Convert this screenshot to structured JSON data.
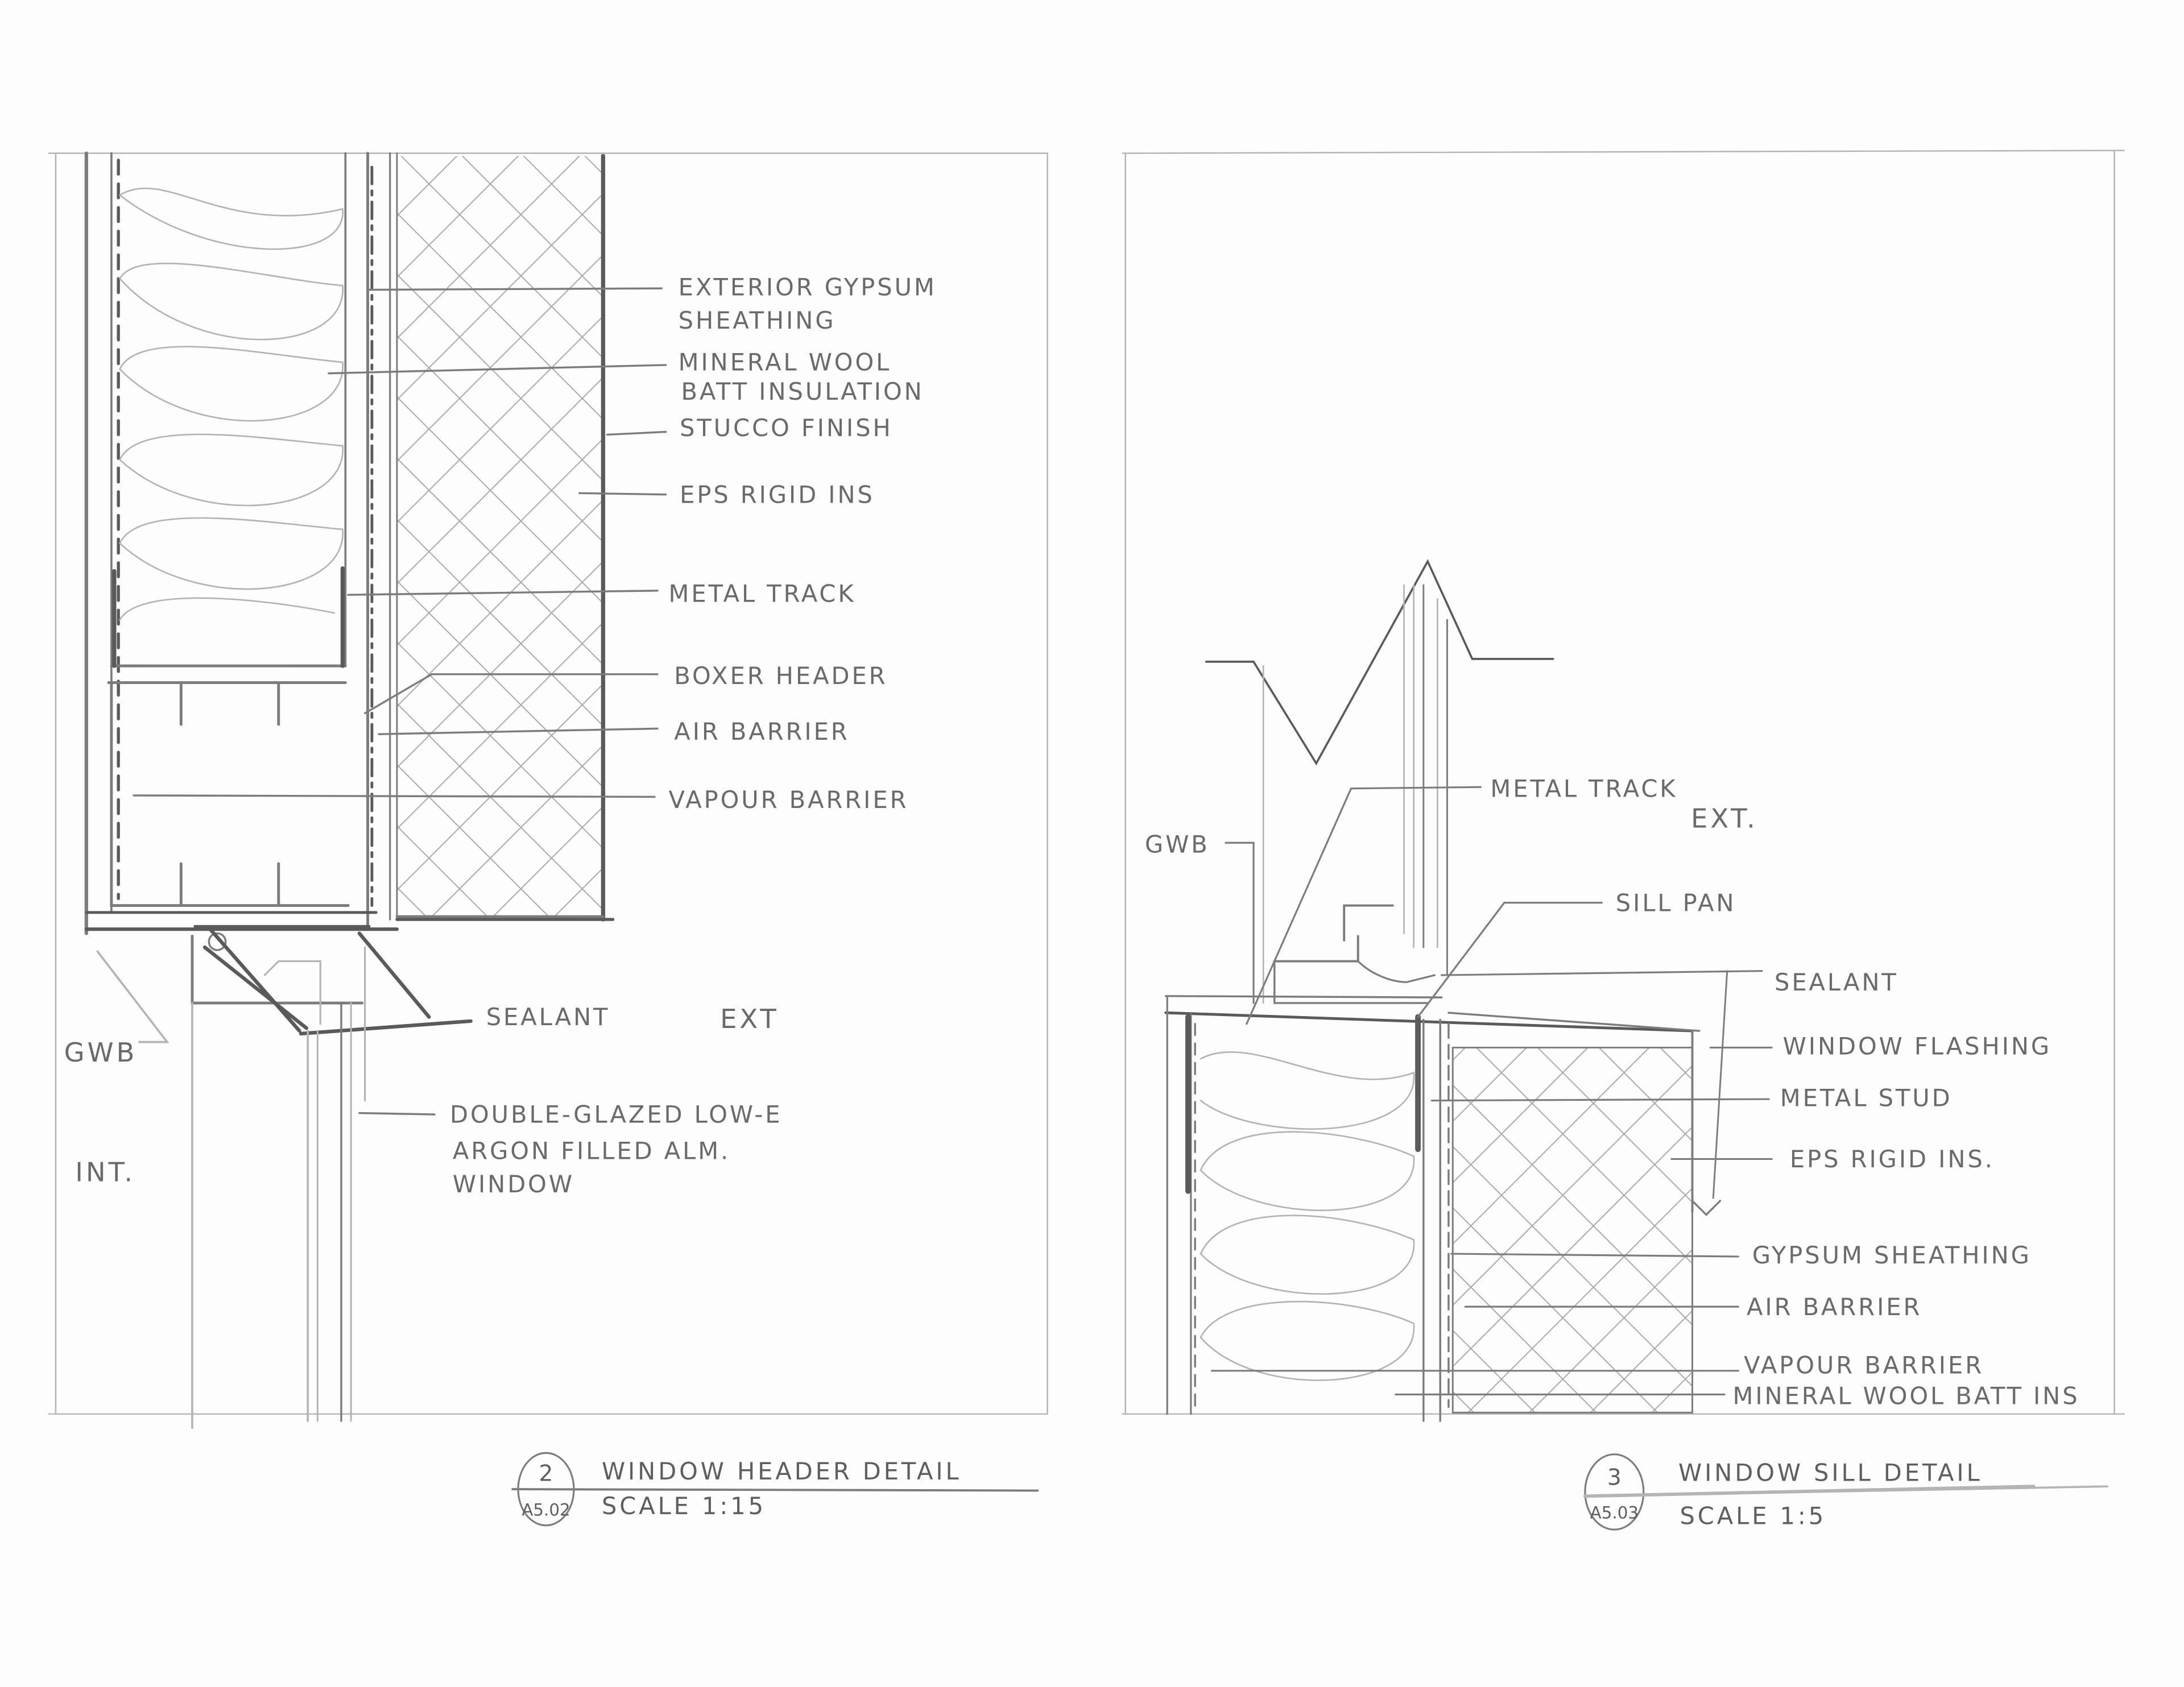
{
  "sheet": {
    "type": "hand-drawn architectural construction details",
    "colors": {
      "paper": "#fdfdfd",
      "graphite": "#6a6a6a",
      "graphite_dark": "#5a5a5a",
      "graphite_light": "#b4b4b4"
    }
  },
  "header_detail": {
    "zones": {
      "interior": "INT.",
      "exterior": "EXT"
    },
    "labels": {
      "exterior_gypsum_sheathing_1": "EXTERIOR GYPSUM",
      "exterior_gypsum_sheathing_2": "SHEATHING",
      "mineral_wool_1": "MINERAL WOOL",
      "mineral_wool_2": "BATT INSULATION",
      "stucco_finish": "STUCCO FINISH",
      "eps_rigid_ins": "EPS RIGID INS",
      "metal_track": "METAL TRACK",
      "boxer_header": "BOXER HEADER",
      "air_barrier": "AIR BARRIER",
      "vapour_barrier": "VAPOUR BARRIER",
      "sealant": "SEALANT",
      "gwb": "GWB",
      "window_1": "DOUBLE-GLAZED LOW-E",
      "window_2": "ARGON FILLED ALM.",
      "window_3": "WINDOW"
    },
    "title_block": {
      "detail_number": "2",
      "sheet_ref": "A5.02",
      "title": "WINDOW HEADER DETAIL",
      "scale": "SCALE 1:15"
    }
  },
  "sill_detail": {
    "zones": {
      "exterior": "EXT."
    },
    "labels": {
      "gwb": "GWB",
      "metal_track": "METAL TRACK",
      "sill_pan": "SILL PAN",
      "sealant": "SEALANT",
      "window_flashing": "WINDOW FLASHING",
      "metal_stud": "METAL STUD",
      "eps_rigid_ins": "EPS RIGID INS.",
      "gypsum_sheathing": "GYPSUM SHEATHING",
      "air_barrier": "AIR BARRIER",
      "vapour_barrier": "VAPOUR BARRIER",
      "mineral_wool_batt_ins": "MINERAL WOOL BATT INS"
    },
    "title_block": {
      "detail_number": "3",
      "sheet_ref": "A5.03",
      "title": "WINDOW SILL DETAIL",
      "scale": "SCALE 1:5"
    }
  }
}
